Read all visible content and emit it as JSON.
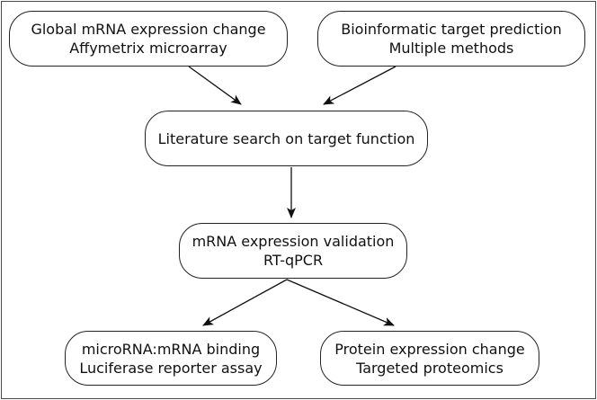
{
  "nodes": {
    "global_mrna": {
      "line1": "Global mRNA expression change",
      "line2": "Affymetrix microarray"
    },
    "bioinformatic": {
      "line1": "Bioinformatic target prediction",
      "line2": "Multiple methods"
    },
    "literature": {
      "line1": "Literature search on target function"
    },
    "validation": {
      "line1": "mRNA expression validation",
      "line2": "RT-qPCR"
    },
    "binding": {
      "line1": "microRNA:mRNA binding",
      "line2": "Luciferase reporter assay"
    },
    "protein": {
      "line1": "Protein expression change",
      "line2": "Targeted proteomics"
    }
  },
  "edges": [
    {
      "from": "global_mrna",
      "to": "literature"
    },
    {
      "from": "bioinformatic",
      "to": "literature"
    },
    {
      "from": "literature",
      "to": "validation"
    },
    {
      "from": "validation",
      "to": "binding"
    },
    {
      "from": "validation",
      "to": "protein"
    }
  ]
}
